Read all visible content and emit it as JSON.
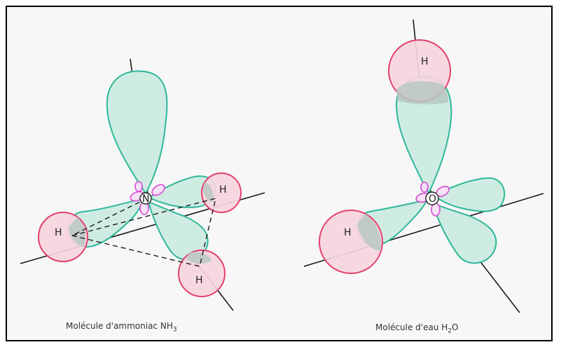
{
  "ammonia": {
    "center_label": "N",
    "h_labels": [
      "H",
      "H",
      "H"
    ],
    "caption": "Molécule d'ammoniac NH",
    "caption_sub": "3"
  },
  "water": {
    "center_label": "O",
    "h_labels": [
      "H",
      "H"
    ],
    "caption": "Molécule d'eau H",
    "caption_sub": "2",
    "caption_tail": "O"
  },
  "colors": {
    "orbital_fill": "#cfece2",
    "orbital_stroke": "#2fb79a",
    "hydrogen_fill": "#f6d5de",
    "hydrogen_stroke": "#e2416b",
    "small_lobe": "#d64bd6"
  }
}
